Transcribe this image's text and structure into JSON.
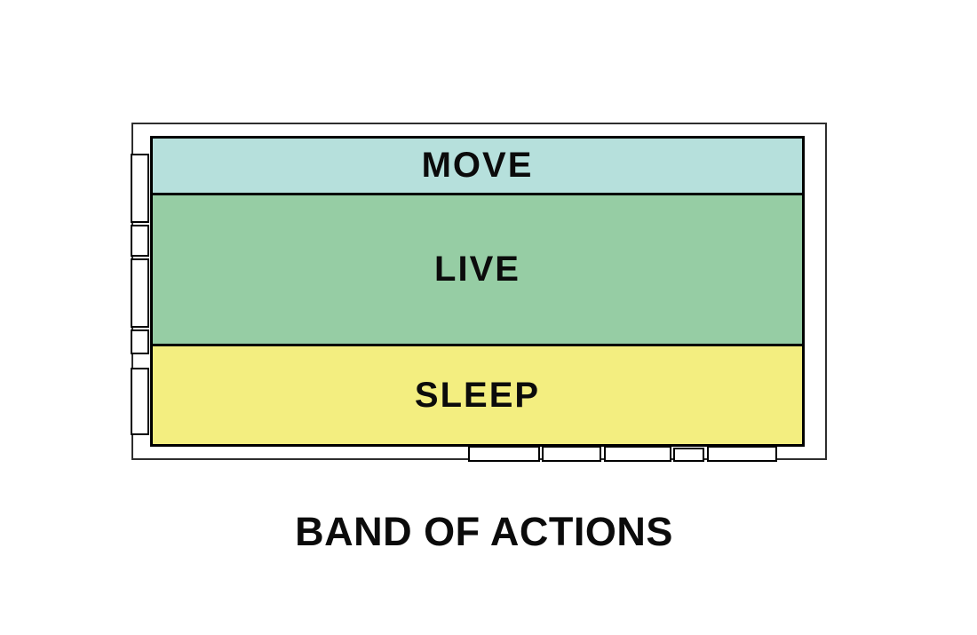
{
  "title": "BAND OF ACTIONS",
  "bands": [
    {
      "label": "MOVE",
      "color": "#b6e0dc"
    },
    {
      "label": "LIVE",
      "color": "#96cda4"
    },
    {
      "label": "SLEEP",
      "color": "#f3ee80"
    }
  ],
  "palette": {
    "band_outline": "#000000",
    "frame_outline": "#2e2e2e",
    "tab_fill": "#ffffff",
    "text": "#0b0b0b",
    "background": "#ffffff"
  }
}
